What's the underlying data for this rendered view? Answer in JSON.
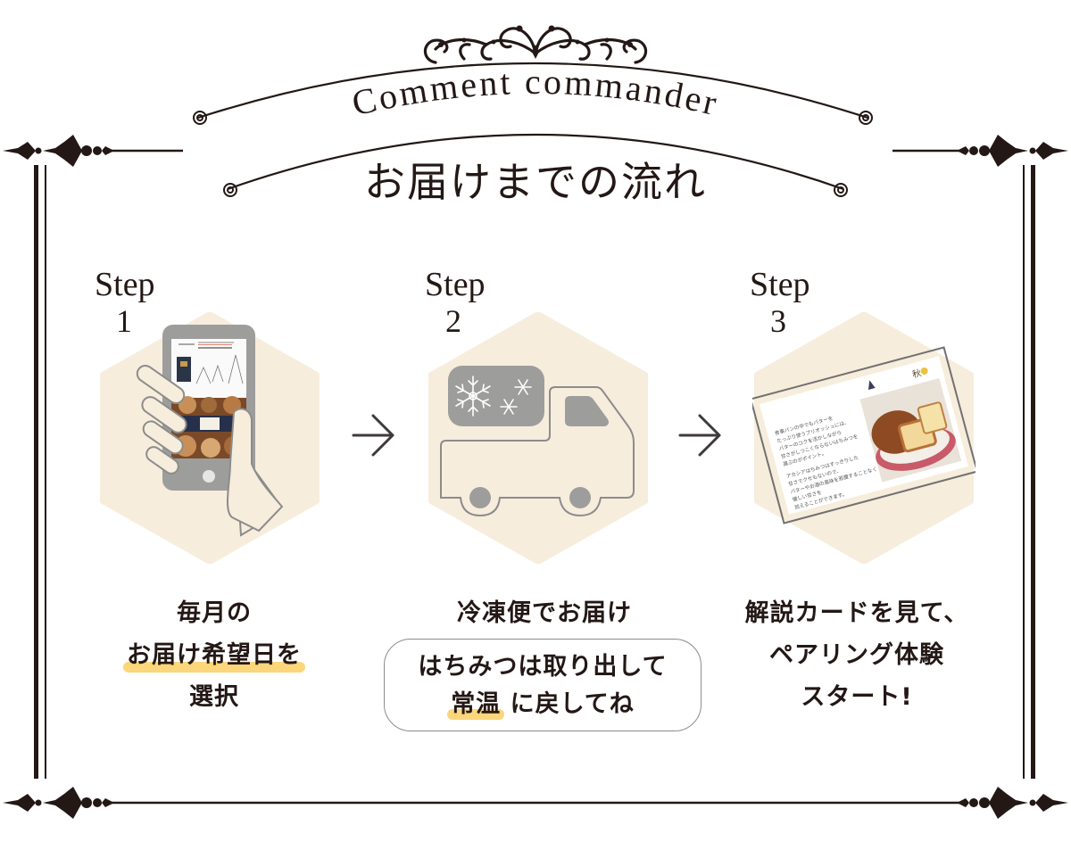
{
  "header": {
    "brand": "Comment commander",
    "title": "お届けまでの流れ"
  },
  "steps": [
    {
      "label": "Step",
      "number": "1",
      "illustration": "smartphone-in-hand-icon",
      "desc": {
        "line1": "毎月の",
        "line2_highlight": "お届け希望日を",
        "line3": "選択"
      }
    },
    {
      "label": "Step",
      "number": "2",
      "illustration": "refrigerated-truck-icon",
      "desc": {
        "line1": "冷凍便でお届け"
      },
      "note": {
        "line1": "はちみつは取り出して",
        "line2_highlight": "常温",
        "line2_rest": "に戻してね"
      }
    },
    {
      "label": "Step",
      "number": "3",
      "illustration": "explanation-card-icon",
      "card": {
        "para1": [
          "食事パンの中でもバターを",
          "たっぷり使うブリオッシュには、",
          "バターのコクを活かしながら",
          "甘さがしつこくならないはちみつを",
          "選ぶのがポイント。"
        ],
        "para2": [
          "アカシアはちみつはすっきりした",
          "甘さでクセもないので、",
          "バターやお酒の風味を邪魔することなく",
          "優しい甘さを",
          "加えることができます。"
        ]
      },
      "desc": {
        "line1": "解説カードを見て、",
        "line2": "ペアリング体験",
        "line3": "スタート!"
      }
    }
  ],
  "colors": {
    "ink": "#231815",
    "hex_fill": "#f7eddc",
    "icon_gray": "#9d9d9c",
    "highlight": "#fbd67a",
    "arrow": "#3e3a39"
  }
}
